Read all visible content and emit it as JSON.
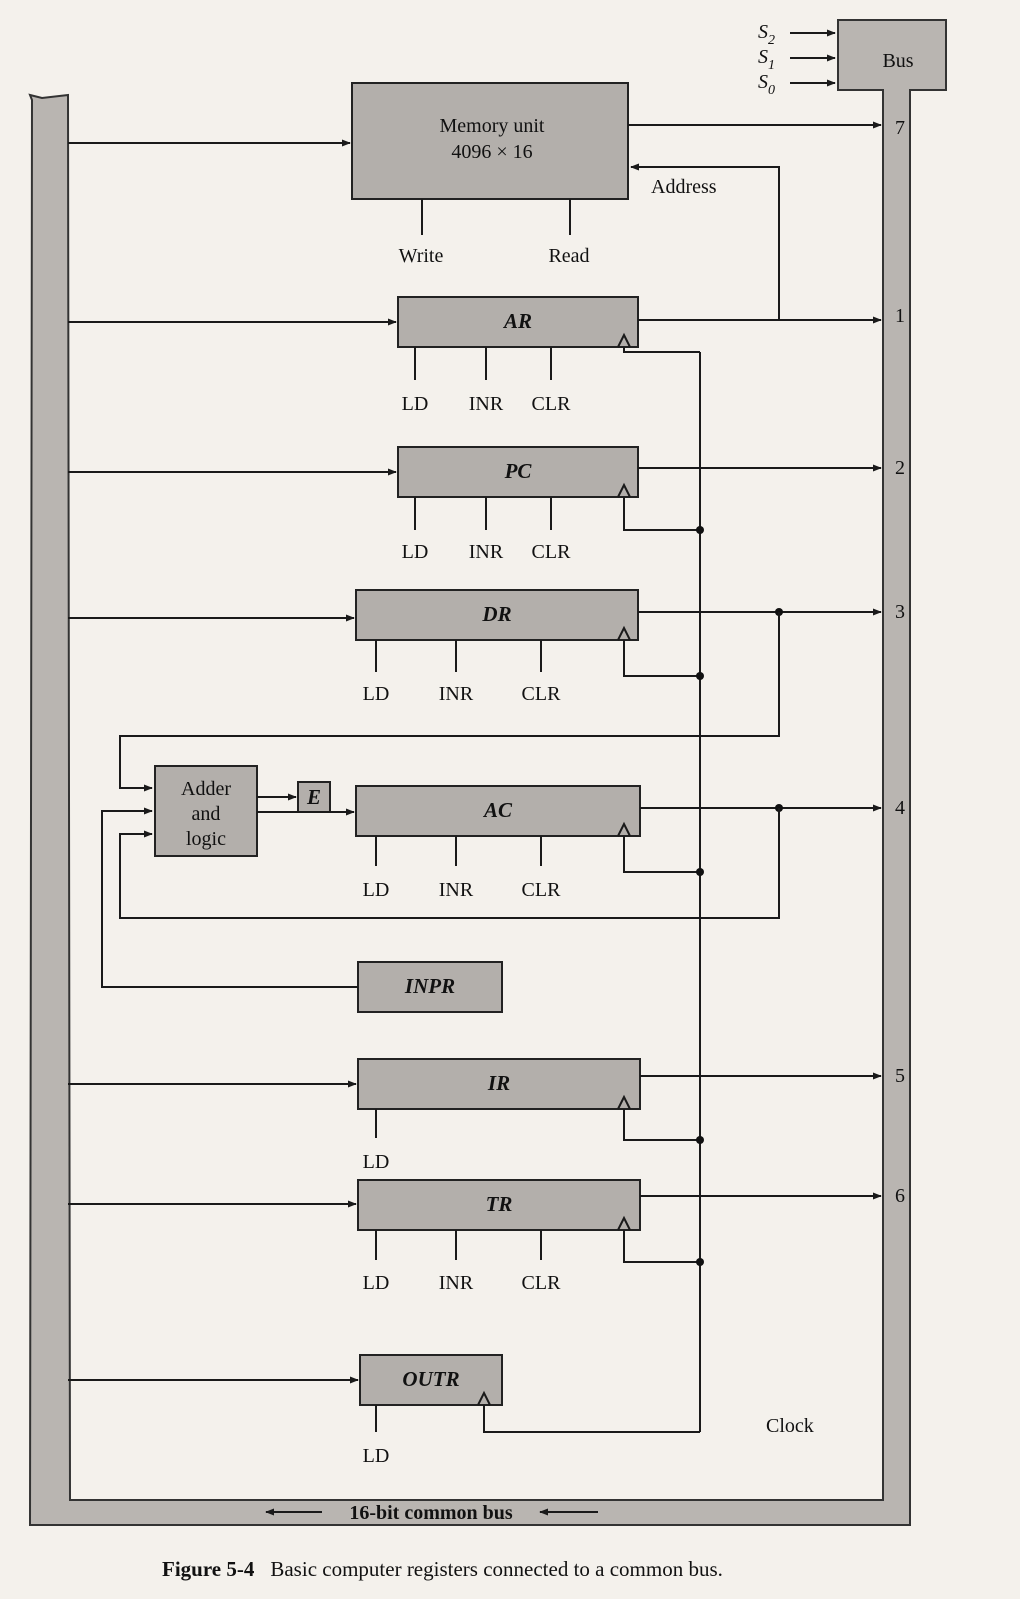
{
  "bus": {
    "label": "Bus",
    "select_lines": [
      "S",
      "S",
      "S"
    ],
    "select_subscripts": [
      "2",
      "1",
      "0"
    ],
    "common_label": "16-bit common bus",
    "ports": [
      "7",
      "1",
      "2",
      "3",
      "4",
      "5",
      "6"
    ]
  },
  "memory": {
    "title": "Memory unit",
    "size": "4096 × 16",
    "address_label": "Address",
    "write_label": "Write",
    "read_label": "Read"
  },
  "registers": {
    "ar": {
      "name": "AR",
      "controls": [
        "LD",
        "INR",
        "CLR"
      ]
    },
    "pc": {
      "name": "PC",
      "controls": [
        "LD",
        "INR",
        "CLR"
      ]
    },
    "dr": {
      "name": "DR",
      "controls": [
        "LD",
        "INR",
        "CLR"
      ]
    },
    "ac": {
      "name": "AC",
      "controls": [
        "LD",
        "INR",
        "CLR"
      ]
    },
    "inpr": {
      "name": "INPR"
    },
    "ir": {
      "name": "IR",
      "controls": [
        "LD"
      ]
    },
    "tr": {
      "name": "TR",
      "controls": [
        "LD",
        "INR",
        "CLR"
      ]
    },
    "outr": {
      "name": "OUTR",
      "controls": [
        "LD"
      ]
    }
  },
  "alu": {
    "line1": "Adder",
    "line2": "and",
    "line3": "logic"
  },
  "e_flag": "E",
  "clock_label": "Clock",
  "caption": {
    "figure": "Figure 5-4",
    "text": "Basic computer registers connected to a common bus."
  }
}
